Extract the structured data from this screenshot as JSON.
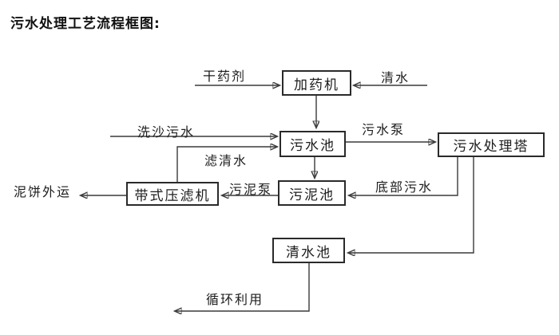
{
  "title": "污水处理工艺流程框图:",
  "nodes": {
    "dosing_machine": {
      "label": "加药机"
    },
    "sewage_pool": {
      "label": "污水池"
    },
    "treatment_tower": {
      "label": "污水处理塔"
    },
    "sludge_pool": {
      "label": "污泥池"
    },
    "belt_filter_press": {
      "label": "带式压滤机"
    },
    "clear_water_pool": {
      "label": "清水池"
    }
  },
  "edge_labels": {
    "dry_chemical": "干药剂",
    "clear_water": "清水",
    "sand_washing_sewage": "洗沙污水",
    "sewage_pump": "污水泵",
    "filtered_water": "滤清水",
    "bottom_sewage": "底部污水",
    "sludge_pump": "污泥泵",
    "mud_cake_out": "泥饼外运",
    "recycle_use": "循环利用"
  },
  "colors": {
    "background": "#ffffff",
    "line": "#3a3a3a",
    "box_border": "#2a2a2a",
    "text": "#1a1a1a"
  }
}
